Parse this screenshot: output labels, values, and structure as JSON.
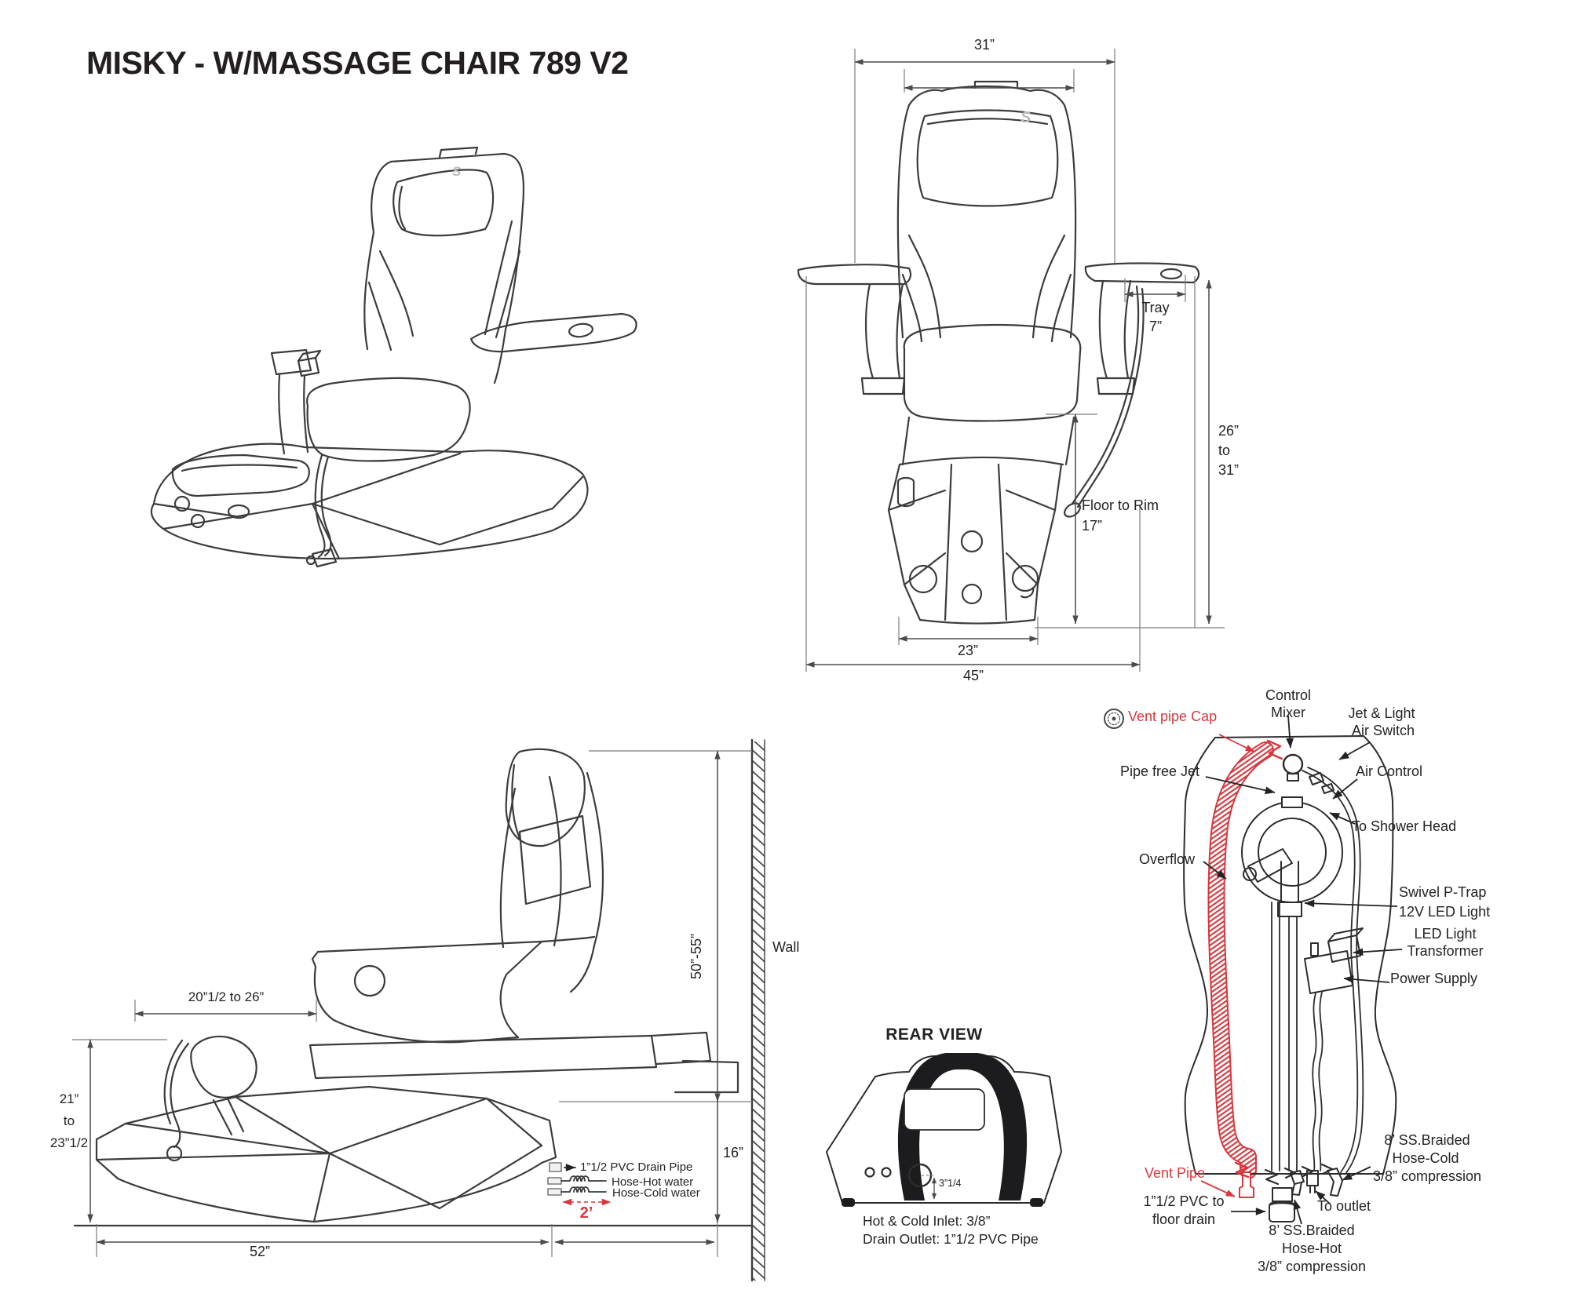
{
  "title": "MISKY - W/MASSAGE CHAIR 789 V2",
  "brand_logo": "S",
  "colors": {
    "accent_red": "#d5383e",
    "line": "#3c3c3e",
    "dim": "#4b4b4e"
  },
  "front_view": {
    "overall_width": "31”",
    "tray": [
      "Tray",
      "7”"
    ],
    "seat_height": [
      "26”",
      "to",
      "31”"
    ],
    "floor_to_rim": [
      "Floor to Rim",
      "17”"
    ],
    "base_width": "23”",
    "overall_footprint": "45”"
  },
  "side_view": {
    "height_range": "50”-55”",
    "wall": "Wall",
    "seat_depth": "20”1/2 to 26”",
    "footrest_height": [
      "21”",
      "to",
      "23”1/2"
    ],
    "base_height": "16”",
    "base_length": "52”",
    "wall_clearance": "2’",
    "drain_pipe": "1”1/2 PVC Drain Pipe",
    "hose_hot": "Hose-Hot water",
    "hose_cold": "Hose-Cold water"
  },
  "rear_view": {
    "title": "REAR VIEW",
    "drain_offset": "3”1/4",
    "inlet": "Hot & Cold Inlet: 3/8”",
    "drain_outlet": "Drain Outlet: 1”1/2 PVC Pipe"
  },
  "plumbing": {
    "vent_pipe_cap": "Vent pipe Cap",
    "control_mixer": [
      "Control",
      "Mixer"
    ],
    "jet_light_air_switch": [
      "Jet & Light",
      "Air Switch"
    ],
    "pipe_free_jet": "Pipe free Jet",
    "air_control": "Air Control",
    "to_shower_head": "To Shower Head",
    "overflow": "Overflow",
    "swivel_p_trap": "Swivel P-Trap",
    "led_light": "12V LED Light",
    "led_transformer": [
      "LED Light",
      "Transformer"
    ],
    "power_supply": "Power Supply",
    "hose_cold": [
      "8’ SS.Braided",
      "Hose-Cold",
      "3/8” compression"
    ],
    "vent_pipe": "Vent Pipe",
    "pvc_floor_drain": [
      "1”1/2 PVC to",
      "floor drain"
    ],
    "to_outlet": "To outlet",
    "hose_hot": [
      "8’ SS.Braided",
      "Hose-Hot",
      "3/8” compression"
    ]
  }
}
